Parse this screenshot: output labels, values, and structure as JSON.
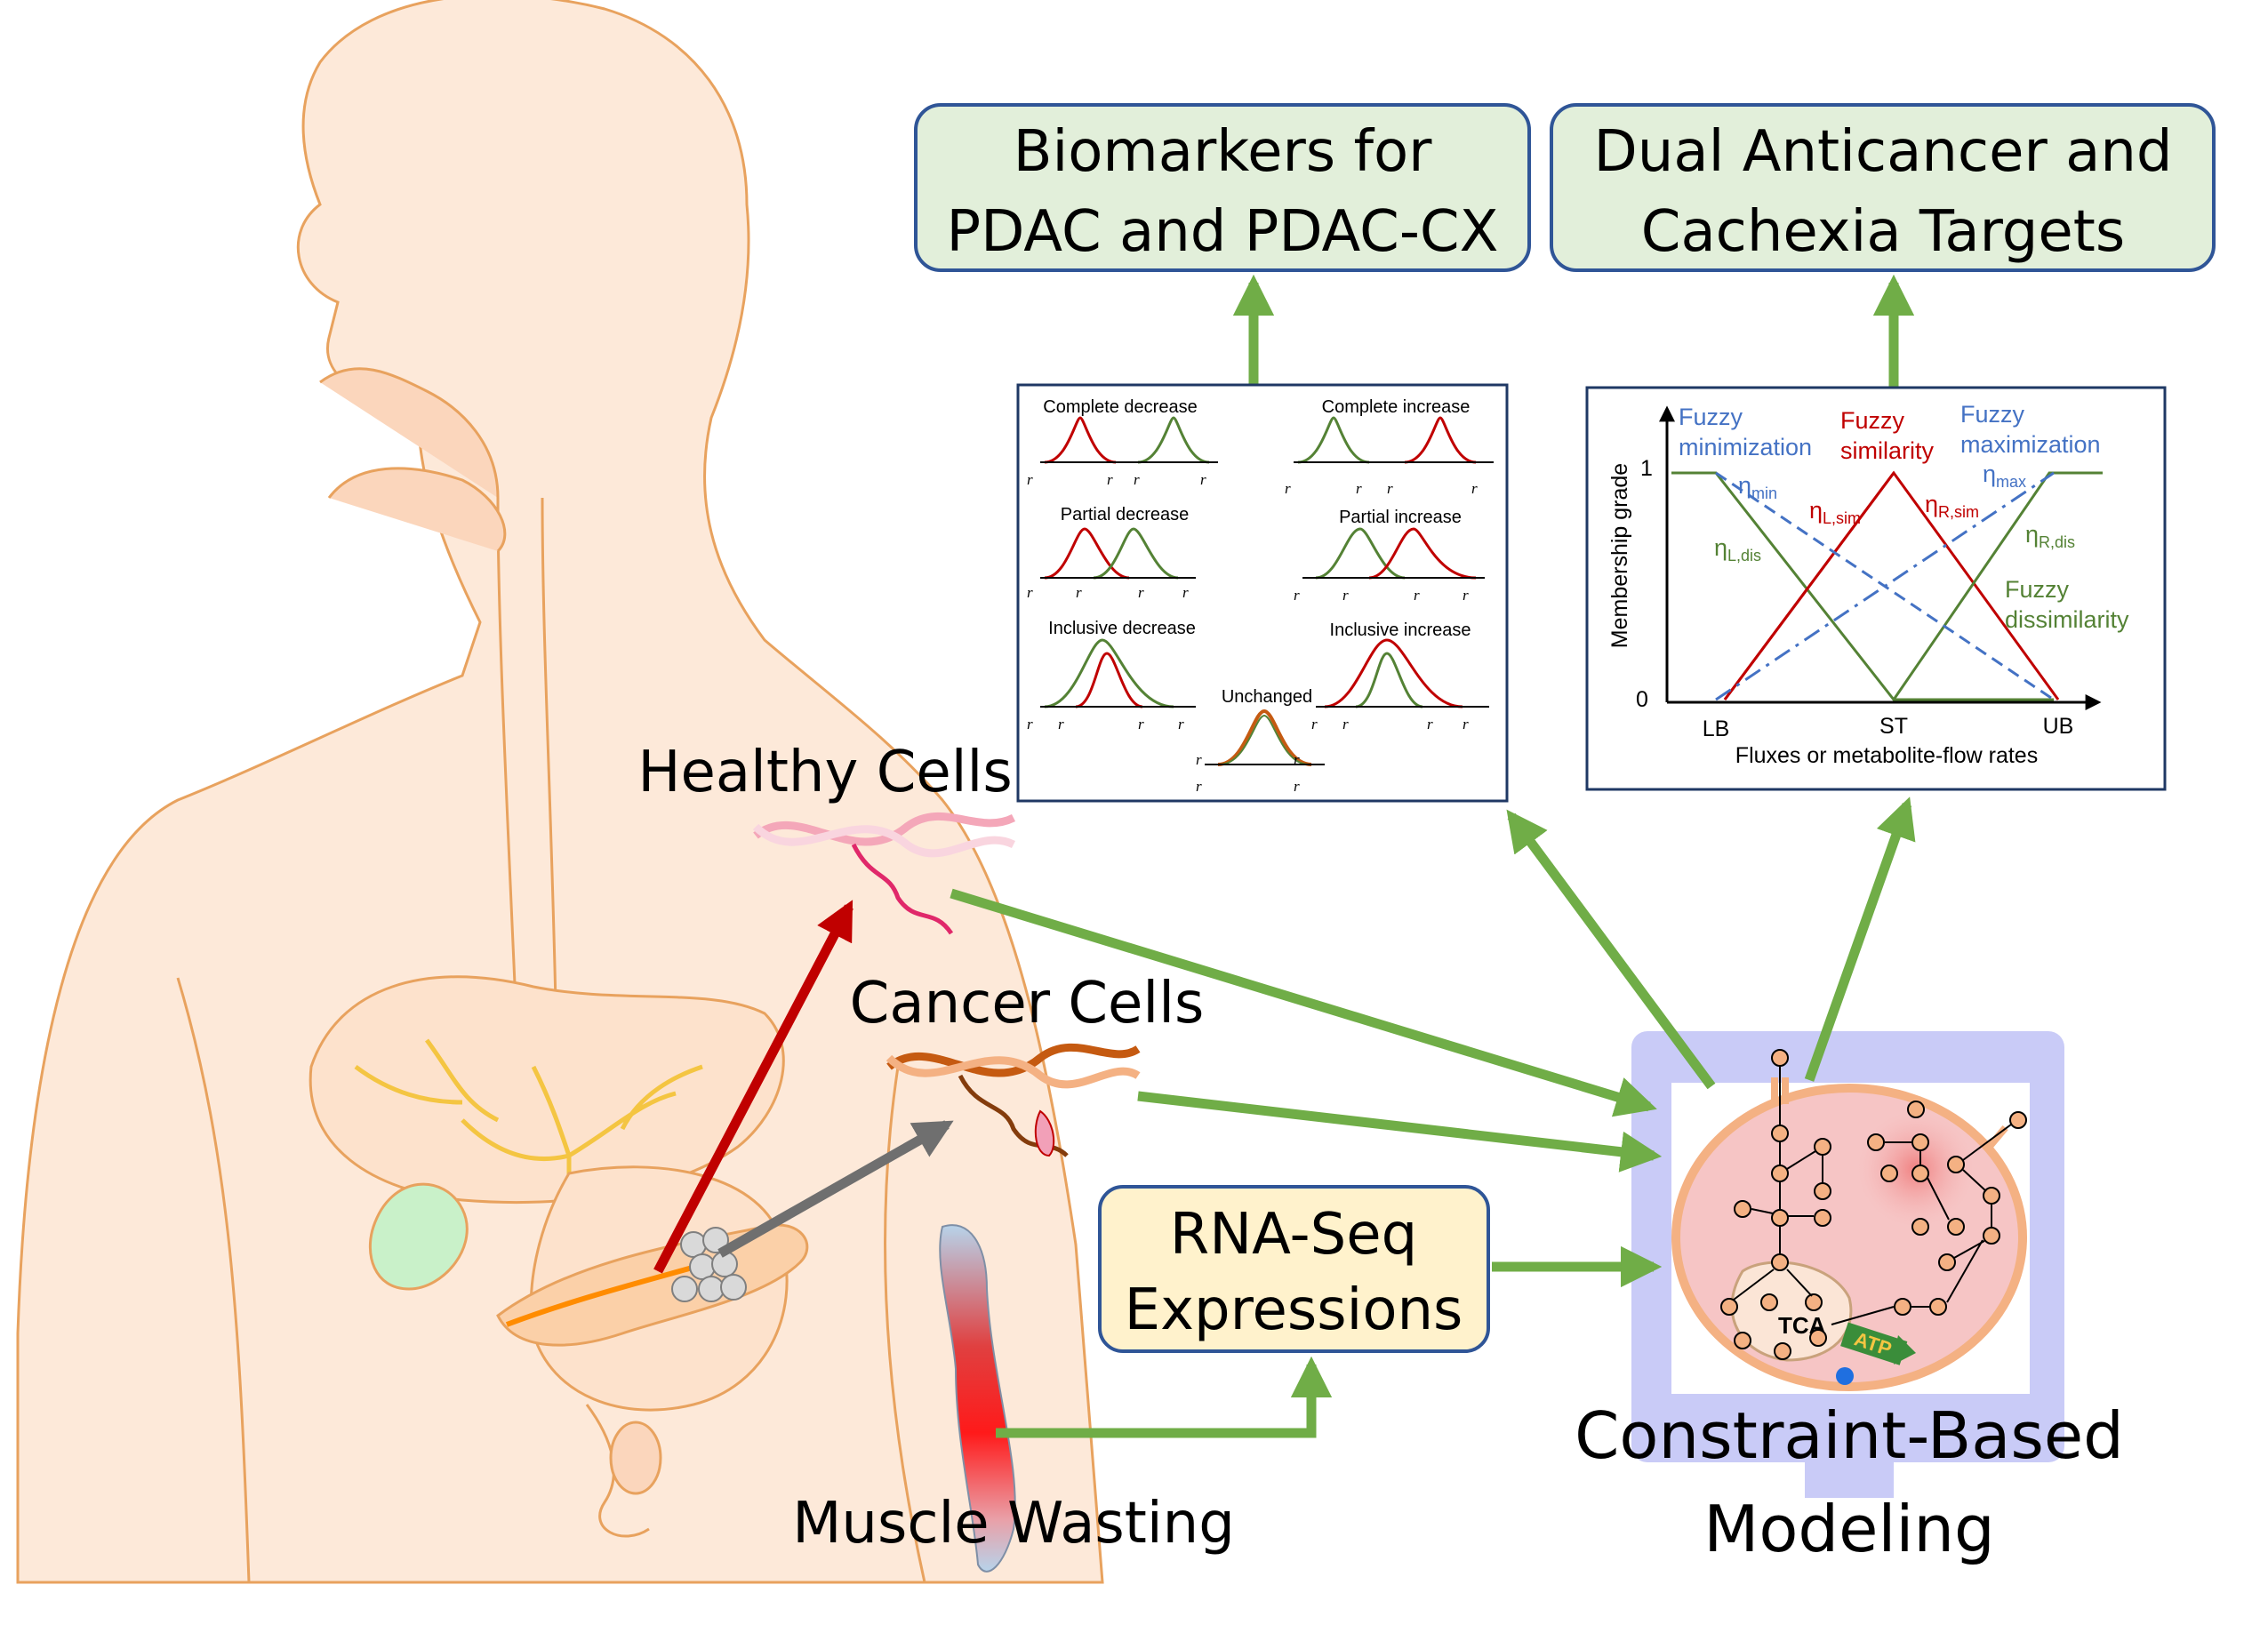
{
  "boxes": {
    "biomarkers": {
      "line1": "Biomarkers for",
      "line2": "PDAC and PDAC-CX"
    },
    "targets": {
      "line1": "Dual Anticancer and",
      "line2": "Cachexia Targets"
    },
    "rnaseq": {
      "line1": "RNA-Seq",
      "line2": "Expressions"
    }
  },
  "labels": {
    "healthy": "Healthy Cells",
    "cancer": "Cancer Cells",
    "muscle": "Muscle Wasting",
    "cbm_line1": "Constraint-Based",
    "cbm_line2": "Modeling",
    "tca": "TCA",
    "atp": "ATP"
  },
  "regulation_panel": {
    "complete_decrease": "Complete decrease",
    "complete_increase": "Complete increase",
    "partial_decrease": "Partial decrease",
    "partial_increase": "Partial increase",
    "inclusive_decrease": "Inclusive decrease",
    "inclusive_increase": "Inclusive increase",
    "unchanged": "Unchanged"
  },
  "fuzzy_panel": {
    "fuzzy_min_l1": "Fuzzy",
    "fuzzy_min_l2": "minimization",
    "fuzzy_sim_l1": "Fuzzy",
    "fuzzy_sim_l2": "similarity",
    "fuzzy_max_l1": "Fuzzy",
    "fuzzy_max_l2": "maximization",
    "fuzzy_dis_l1": "Fuzzy",
    "fuzzy_dis_l2": "dissimilarity",
    "ylabel": "Membership grade",
    "xlabel": "Fluxes or metabolite-flow rates",
    "y1": "1",
    "y0": "0",
    "lb": "LB",
    "st": "ST",
    "ub": "UB",
    "eta": "η",
    "sub_min": "min",
    "sub_max": "max",
    "sub_lsim": "L,sim",
    "sub_rsim": "R,sim",
    "sub_ldis": "L,dis",
    "sub_rdis": "R,dis"
  },
  "colors": {
    "arrow_green": "#70ad47",
    "box_fill": "#e2efda",
    "box_border": "#2f5597",
    "rna_fill": "#fff2cc",
    "monitor": "#c9cbf7",
    "body_fill": "#fde9d9",
    "body_stroke": "#e8a25e"
  }
}
